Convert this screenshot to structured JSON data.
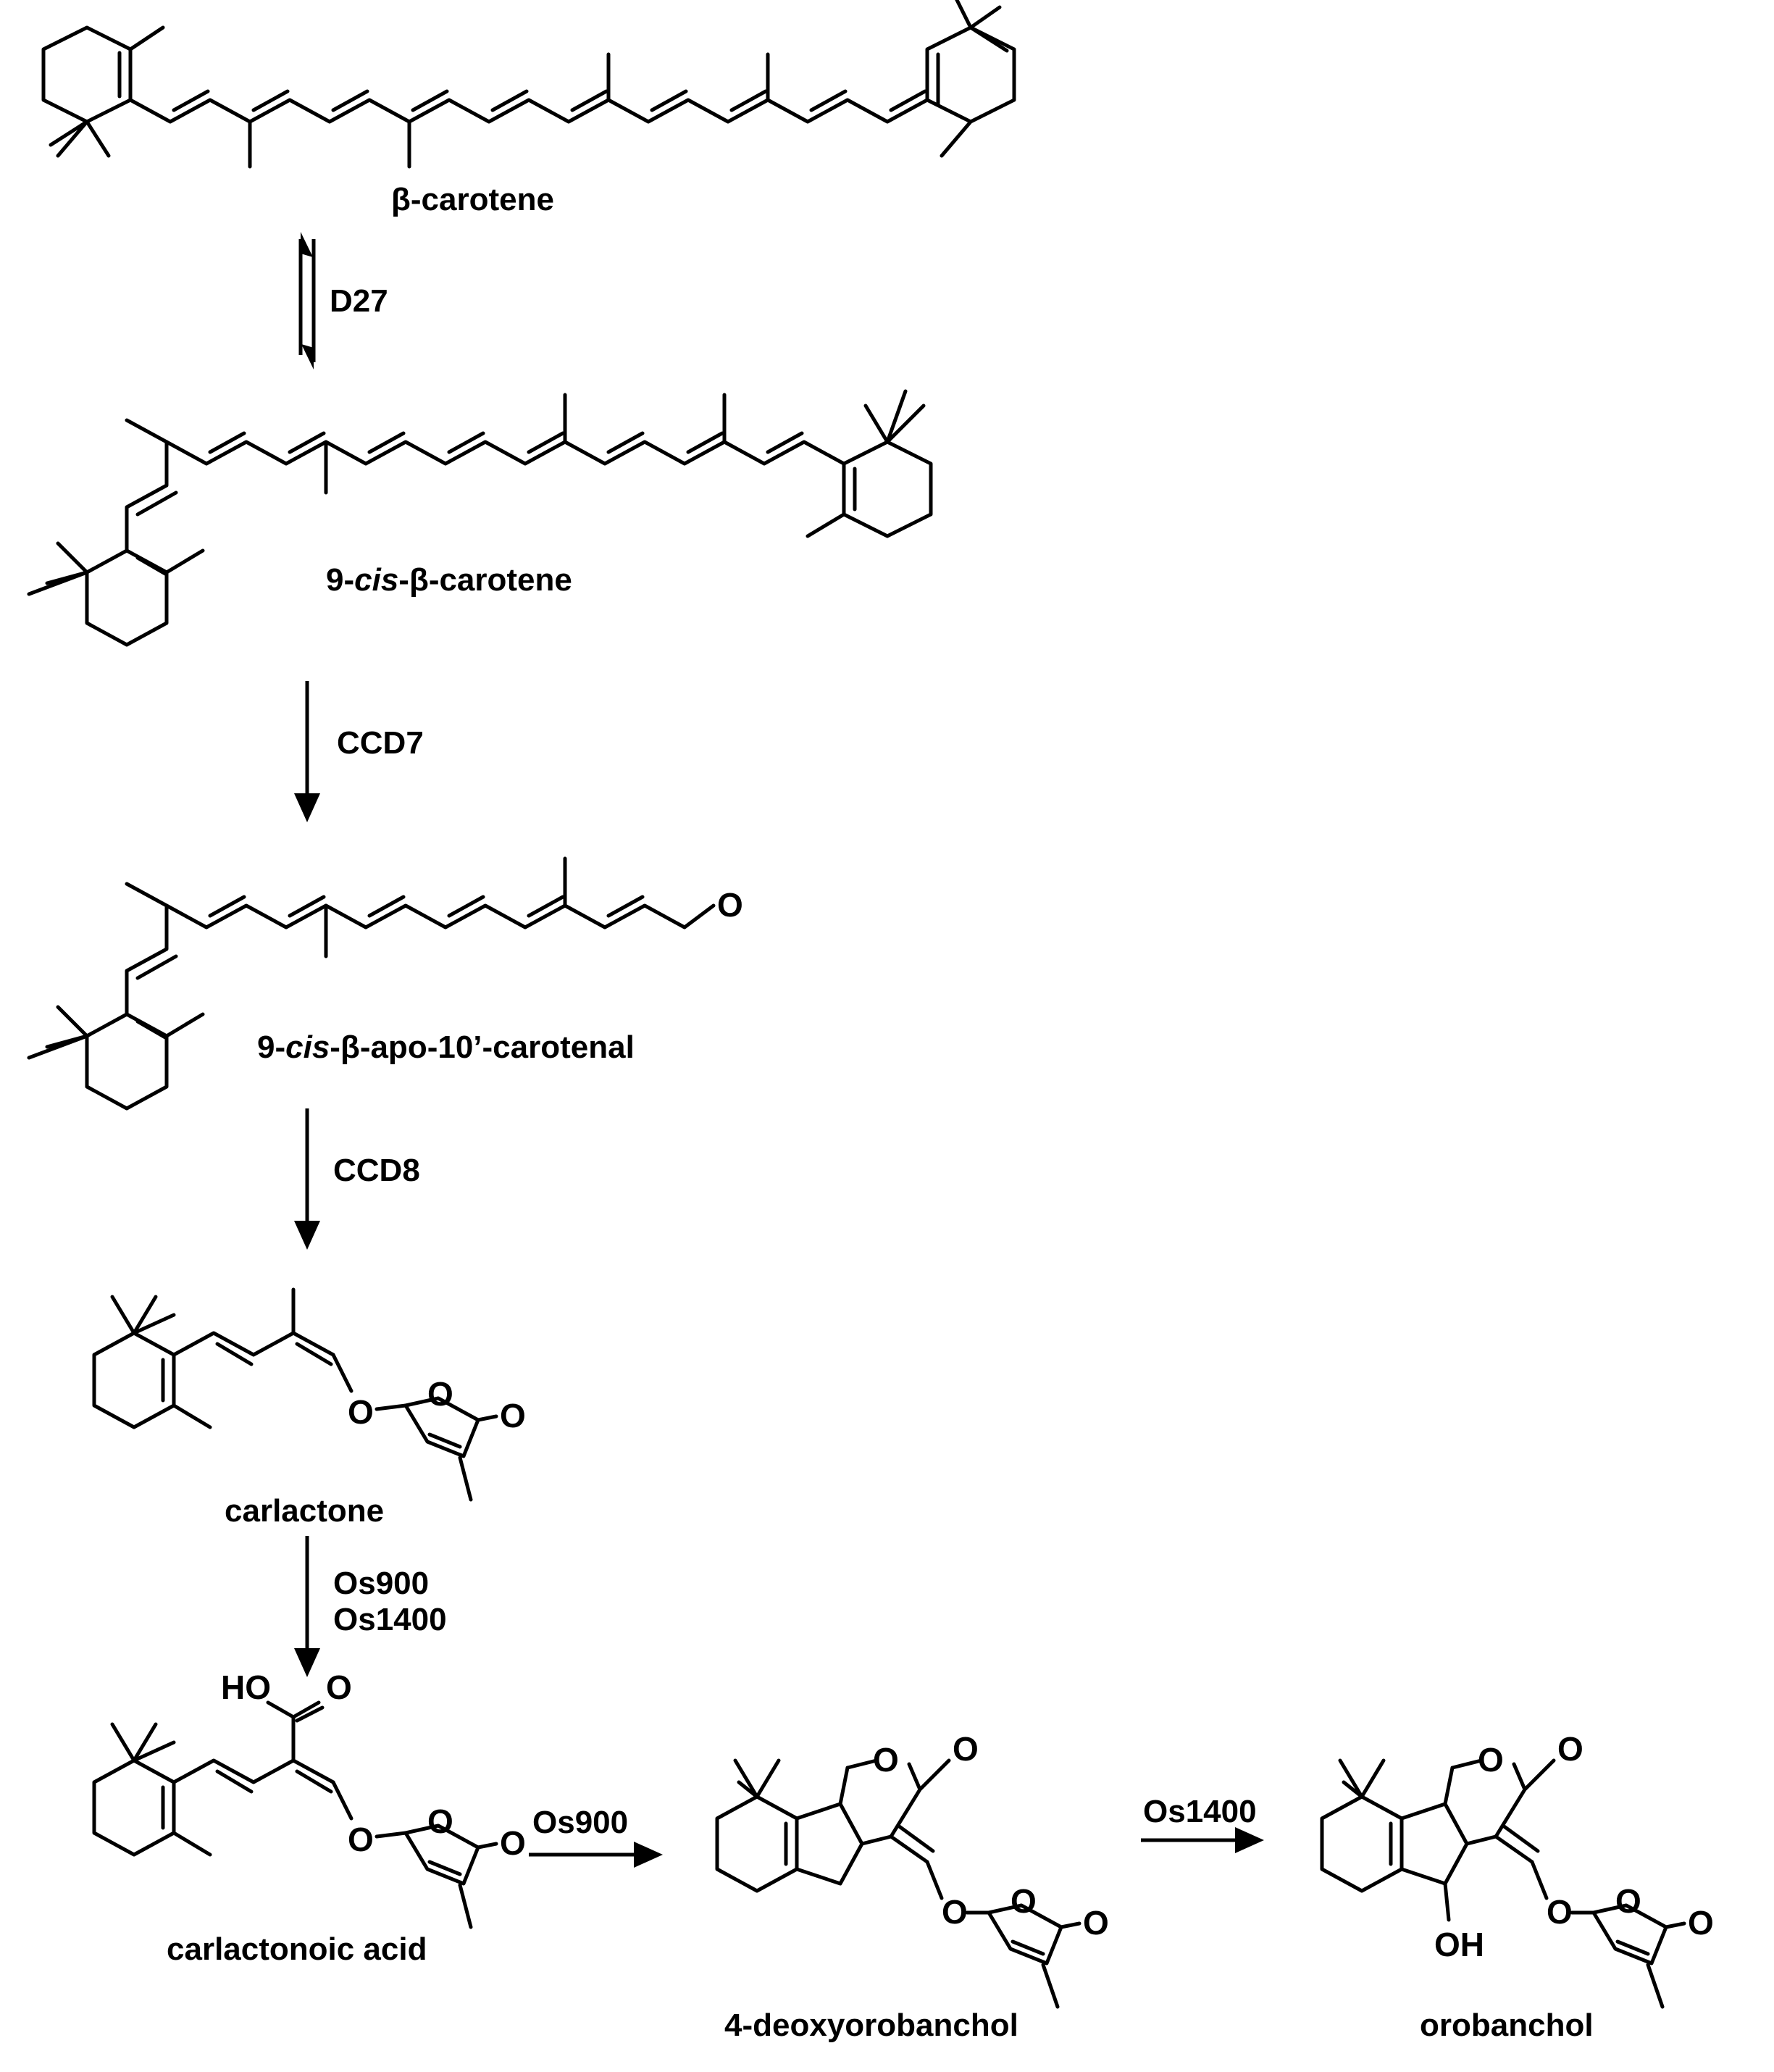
{
  "compounds": {
    "beta_carotene": {
      "pre": "",
      "greek1": "β",
      "mid": "",
      "italic": "",
      "greek2": "",
      "post": "-carotene"
    },
    "cis_beta_carotene": {
      "pre": "9-",
      "italic": "cis",
      "mid": "-",
      "greek": "β",
      "post": "-carotene"
    },
    "cis_apo_carotenal": {
      "pre": "9-",
      "italic": "cis",
      "mid": "-",
      "greek": "β",
      "post": "-apo-10’-carotenal"
    },
    "carlactone": "carlactone",
    "carlactonoic_acid": "carlactonoic acid",
    "deoxyorobanchol": "4-deoxyorobanchol",
    "orobanchol": "orobanchol"
  },
  "enzymes": {
    "step1": "D27",
    "step2": "CCD7",
    "step3": "CCD8",
    "step4_a": "Os900",
    "step4_b": "Os1400",
    "step5": "Os900",
    "step6": "Os1400"
  },
  "atoms": {
    "oxygen": "O",
    "hydroxy": "OH",
    "carboxyl": "HO"
  }
}
